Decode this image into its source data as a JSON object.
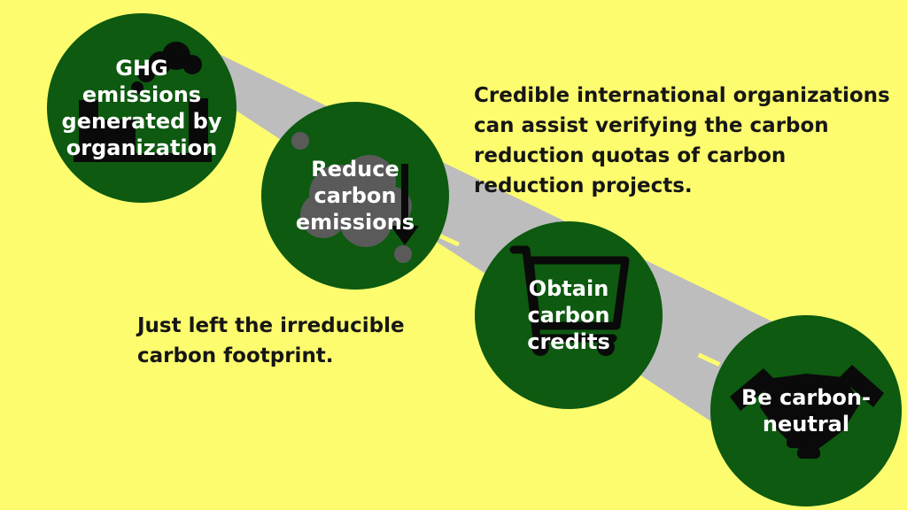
{
  "colors": {
    "background": "#fdfc6e",
    "road": "#bdbdbd",
    "road_dash": "#fdfc6e",
    "circle": "#0d5a10",
    "label_text": "#ffffff",
    "note_text": "#161616"
  },
  "steps": [
    {
      "label": "GHG emissions generated by organization",
      "icon": "factory-smoke-icon"
    },
    {
      "label": "Reduce carbon emissions",
      "icon": "smoke-cloud-down-arrow-icon"
    },
    {
      "label": "Obtain carbon credits",
      "icon": "shopping-cart-icon"
    },
    {
      "label": "Be carbon-neutral",
      "icon": "handshake-icon"
    }
  ],
  "notes": {
    "verification": "Credible international organizations can assist verifying the carbon reduction quotas of carbon reduction projects.",
    "footprint": "Just left the irreducible carbon footprint."
  }
}
